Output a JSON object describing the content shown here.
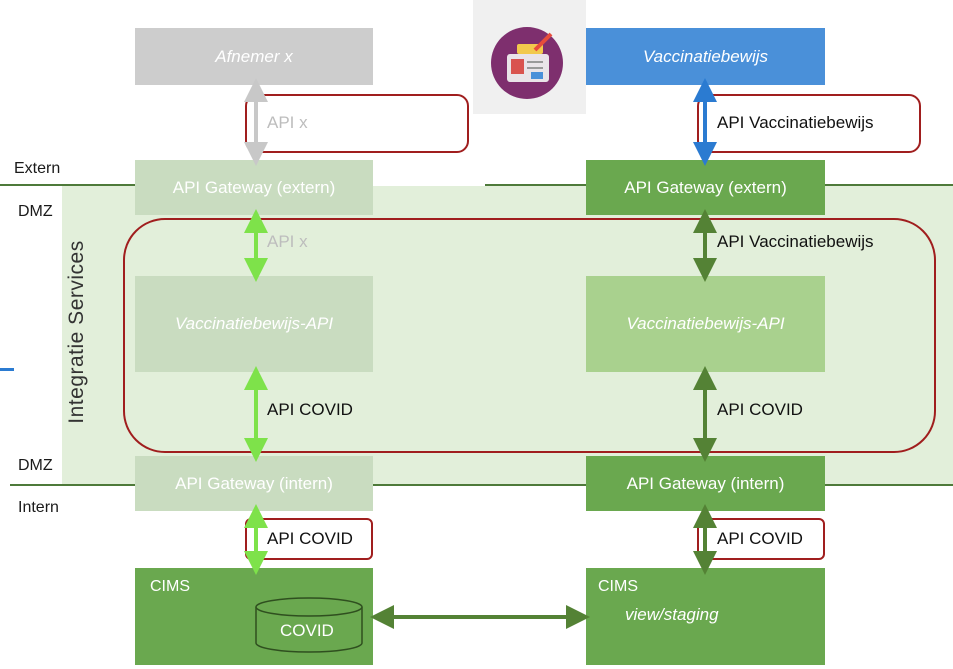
{
  "zones": {
    "extern": "Extern",
    "dmz_top": "DMZ",
    "dmz_bottom": "DMZ",
    "intern": "Intern",
    "integration": "Integratie Services"
  },
  "left_column": {
    "consumer": "Afnemer x",
    "api_x_top": "API x",
    "gateway_extern": "API Gateway (extern)",
    "api_x_mid": "API x",
    "vacc_api": "Vaccinatiebewijs-API",
    "api_covid_mid": "API COVID",
    "gateway_intern": "API Gateway (intern)",
    "api_covid_low": "API COVID",
    "cims": "CIMS",
    "covid_db": "COVID"
  },
  "right_column": {
    "consumer": "Vaccinatiebewijs",
    "api_vacc_top": "API Vaccinatiebewijs",
    "gateway_extern": "API Gateway (extern)",
    "api_vacc_mid": "API Vaccinatiebewijs",
    "vacc_api": "Vaccinatiebewijs-API",
    "api_covid_mid": "API COVID",
    "gateway_intern": "API Gateway (intern)",
    "api_covid_low": "API COVID",
    "cims": "CIMS",
    "cims_sub": "view/staging"
  },
  "colors": {
    "grey_box": "#cdcdcd",
    "grey_green_box": "#c9dcc0",
    "green_dark": "#6aa84f",
    "green_mid": "#a9d18e",
    "blue": "#4a90d9",
    "zone_bg": "#e2efda",
    "red_frame": "#a01e1e",
    "arrow_light": "#7ee24a",
    "arrow_dark": "#548235"
  },
  "icons": {
    "app_logo": "vaccination-certificate-icon"
  }
}
